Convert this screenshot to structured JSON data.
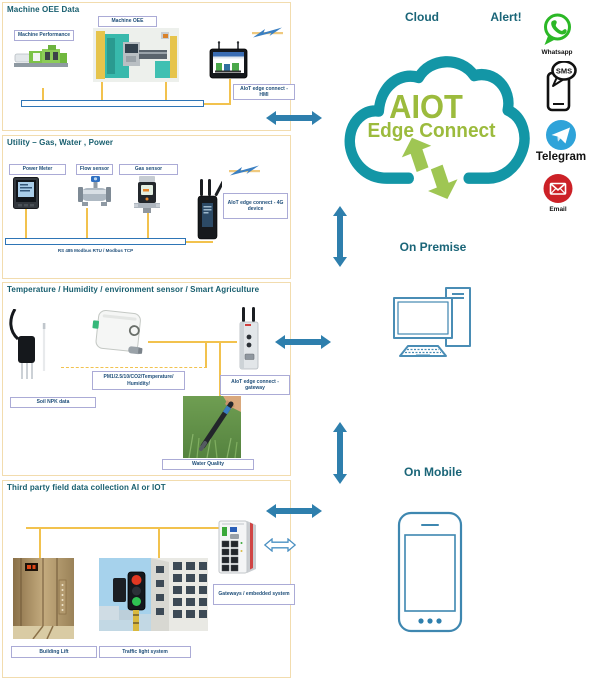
{
  "sections": {
    "machine_oee": {
      "title": "Machine OEE Data",
      "machine_performance_label": "Machine Performance",
      "machine_oee_label": "Machine OEE",
      "hmi_label": "AIoT edge connect - HMI"
    },
    "utility": {
      "title": "Utility – Gas, Water , Power",
      "power_meter_label": "Power Meter",
      "flow_sensor_label": "Flow sensor",
      "gas_sensor_label": "Gas sensor",
      "four_g_label": "AIoT edge connect - 4G device",
      "bus_label": "RS 485 Modbus RTU / Modbus TCP"
    },
    "environment": {
      "title": "Temperature / Humidity  / environment sensor  / Smart Agriculture",
      "soil_label": "Soil NPK data",
      "pm_label": "PM1/2.5/10/CO2/Temperature/ Humidity/",
      "gateway_label": "AIoT edge connect - gateway",
      "water_label": "Water Quality"
    },
    "third_party": {
      "title": "Third party field data collection  AI or IOT",
      "lift_label": "Building Lift",
      "traffic_label": "Traffic light system",
      "embedded_label": "Gateways / embedded system"
    }
  },
  "cloud": {
    "heading": "Cloud",
    "brand_line1": "AIOT",
    "brand_line2": "Edge Connect"
  },
  "alert": {
    "heading": "Alert!",
    "channels": [
      {
        "name": "whatsapp",
        "label": "Whatsapp"
      },
      {
        "name": "sms",
        "label": "SMS"
      },
      {
        "name": "telegram",
        "label": "Telegram"
      },
      {
        "name": "email",
        "label": "Email"
      }
    ]
  },
  "destinations": {
    "on_premise": "On Premise",
    "on_mobile": "On Mobile"
  },
  "colors": {
    "cloud_teal": "#1396A6",
    "heading_teal": "#1A6578",
    "section_title_teal": "#175E6E",
    "label_navy": "#1F4E79",
    "connector_gold": "#F2C24E",
    "section_border_tan": "#F2DCAE",
    "arrow_blue": "#2E7FAD",
    "brand_green": "#9CBB3D",
    "whatsapp_green": "#2BB826",
    "telegram_blue": "#2FA3D9",
    "email_red": "#CC2127",
    "bus_border_blue": "#2E75B6"
  }
}
